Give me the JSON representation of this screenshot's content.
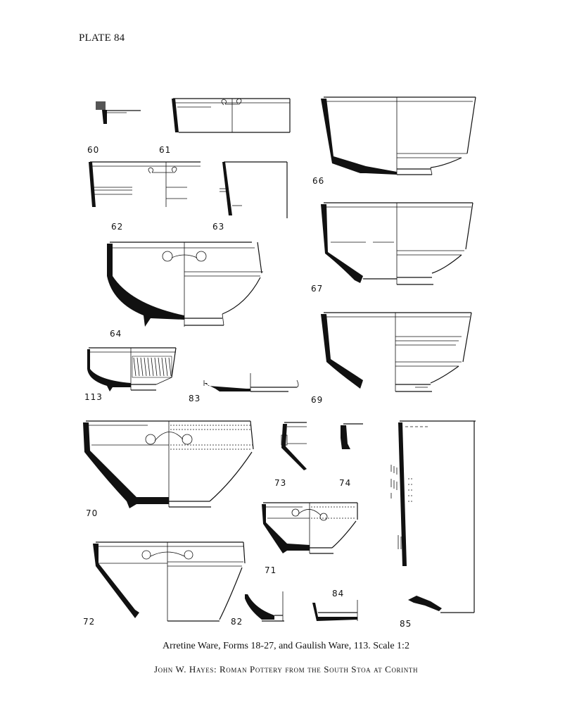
{
  "plate": {
    "title": "PLATE 84"
  },
  "figures": [
    {
      "id": "fig-60",
      "label": "60"
    },
    {
      "id": "fig-61",
      "label": "61"
    },
    {
      "id": "fig-62",
      "label": "62"
    },
    {
      "id": "fig-63",
      "label": "63"
    },
    {
      "id": "fig-64",
      "label": "64"
    },
    {
      "id": "fig-66",
      "label": "66"
    },
    {
      "id": "fig-67",
      "label": "67"
    },
    {
      "id": "fig-69",
      "label": "69"
    },
    {
      "id": "fig-70",
      "label": "70"
    },
    {
      "id": "fig-71",
      "label": "71"
    },
    {
      "id": "fig-72",
      "label": "72"
    },
    {
      "id": "fig-73",
      "label": "73"
    },
    {
      "id": "fig-74",
      "label": "74"
    },
    {
      "id": "fig-82",
      "label": "82"
    },
    {
      "id": "fig-83",
      "label": "83"
    },
    {
      "id": "fig-84",
      "label": "84"
    },
    {
      "id": "fig-85",
      "label": "85"
    },
    {
      "id": "fig-113",
      "label": "113"
    }
  ],
  "caption": "Arretine Ware, Forms 18-27, and Gaulish Ware, 113. Scale 1:2",
  "byline": "John W. Hayes: Roman Pottery from the South Stoa at Corinth"
}
